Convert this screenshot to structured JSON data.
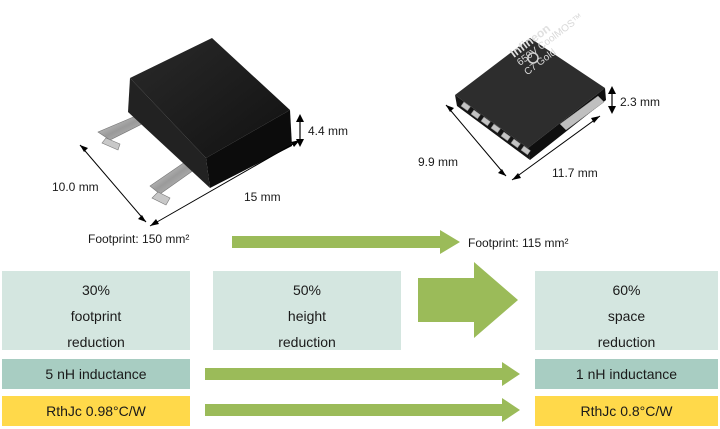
{
  "packages": {
    "left": {
      "dim_height": "4.4 mm",
      "dim_depth": "10.0 mm",
      "dim_width": "15 mm",
      "footprint": "Footprint: 150 mm²"
    },
    "right": {
      "dim_height": "2.3 mm",
      "dim_depth": "9.9 mm",
      "dim_width": "11.7 mm",
      "footprint": "Footprint: 115 mm²",
      "marking_brand": "Infineon",
      "marking_line1": "650V CoolMOS™",
      "marking_line2": "C7 Gold"
    }
  },
  "benefits": {
    "footprint": [
      "30%",
      "footprint",
      "reduction"
    ],
    "height": [
      "50%",
      "height",
      "reduction"
    ],
    "space": [
      "60%",
      "space",
      "reduction"
    ]
  },
  "inductance": {
    "before": "5 nH inductance",
    "after": "1 nH inductance"
  },
  "thermal": {
    "before": "RthJc 0.98°C/W",
    "after": "RthJc 0.8°C/W"
  },
  "colors": {
    "arrow": "#9bbb59",
    "teal_light": "#d4e6e0",
    "teal": "#a8cdc2",
    "yellow": "#ffd94a"
  }
}
